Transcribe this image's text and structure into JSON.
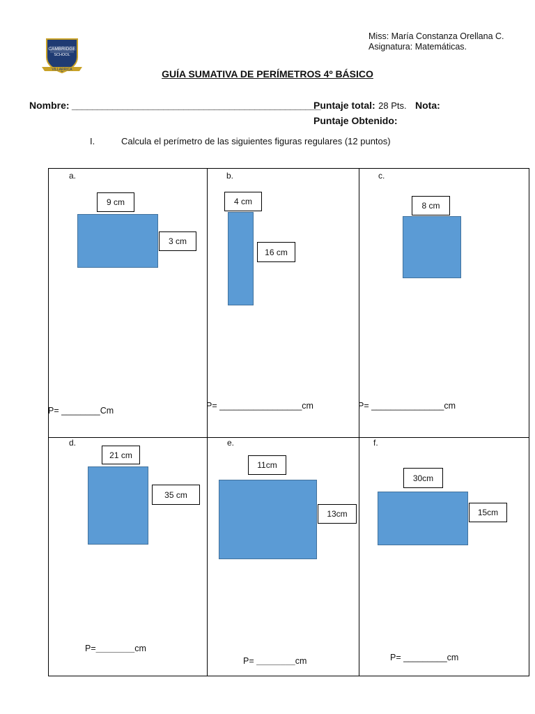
{
  "header": {
    "teacher": "Miss: María Constanza Orellana C.",
    "subject": "Asignatura: Matemáticas.",
    "logo_top": "CAMBRIDGE",
    "logo_mid": "SCHOOL",
    "logo_bottom": "VILLARRICA"
  },
  "title": "GUÍA SUMATIVA DE PERÍMETROS 4º BÁSICO",
  "student": {
    "name_label": "Nombre:",
    "name_blank": "_________________________________________________",
    "total_label": "Puntaje total:",
    "total_value": "28 Pts.",
    "grade_label": "Nota:",
    "obtained_label": "Puntaje Obtenido:"
  },
  "instruction": {
    "number": "I.",
    "text": "Calcula el perímetro de las siguientes figuras regulares (12 puntos)"
  },
  "figures": [
    {
      "letter": "a.",
      "top_label": "9 cm",
      "side_label": "3 cm",
      "answer": "P= ________Cm"
    },
    {
      "letter": "b.",
      "top_label": "4 cm",
      "side_label": "16 cm",
      "answer": "P= _________________cm"
    },
    {
      "letter": "c.",
      "top_label": "8 cm",
      "answer": "P= _______________cm"
    },
    {
      "letter": "d.",
      "top_label": "21 cm",
      "side_label": "35 cm",
      "answer_prefix": "P=",
      "answer_blank": "________",
      "answer_suffix": "cm"
    },
    {
      "letter": "e.",
      "top_label": "11cm",
      "side_label": "13cm",
      "answer_prefix": "P=",
      "answer_blank": "________",
      "answer_suffix": "cm"
    },
    {
      "letter": "f.",
      "top_label": "30cm",
      "side_label": "15cm",
      "answer": "P= _________cm"
    }
  ],
  "colors": {
    "shape_fill": "#5b9bd5",
    "shape_border": "#41719c"
  }
}
